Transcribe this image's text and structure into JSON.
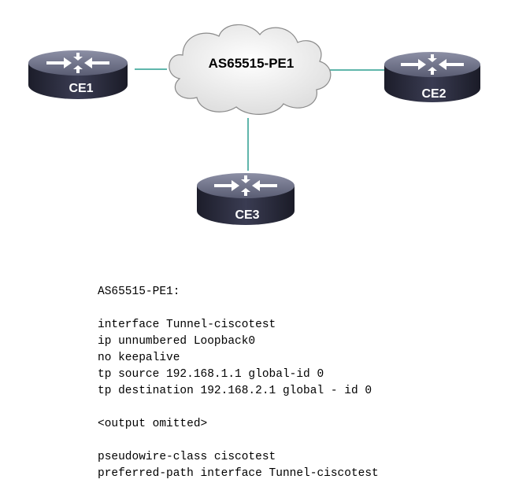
{
  "cloud": {
    "label": "AS65515-PE1"
  },
  "routers": [
    {
      "id": "ce1",
      "label": "CE1"
    },
    {
      "id": "ce2",
      "label": "CE2"
    },
    {
      "id": "ce3",
      "label": "CE3"
    }
  ],
  "colors": {
    "link": "#2a9d8f",
    "cloud_stroke": "#8a8a8a",
    "router_body": "#2b2d3e",
    "router_top": "#6e7187"
  },
  "config_lines": [
    "AS65515-PE1:",
    "",
    "interface Tunnel-ciscotest",
    "ip unnumbered Loopback0",
    "no keepalive",
    "tp source 192.168.1.1 global-id 0",
    "tp destination 192.168.2.1 global - id 0",
    "",
    "<output omitted>",
    "",
    "pseudowire-class ciscotest",
    "preferred-path interface Tunnel-ciscotest"
  ]
}
